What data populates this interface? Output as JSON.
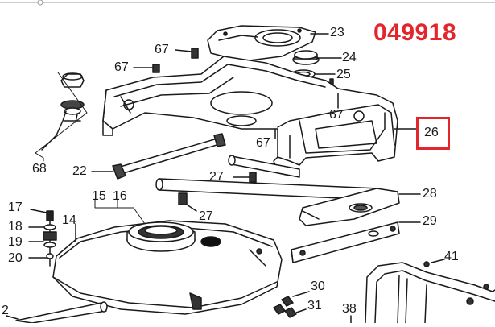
{
  "diagram": {
    "part_code": "049918",
    "highlight_color": "#e3262b",
    "line_color": "#1a1a1a",
    "callouts": {
      "c2": "2",
      "c14": "14",
      "c15": "15",
      "c16": "16",
      "c17": "17",
      "c18": "18",
      "c19": "19",
      "c20": "20",
      "c22": "22",
      "c23": "23",
      "c24": "24",
      "c25": "25",
      "c26": "26",
      "c27a": "27",
      "c27b": "27",
      "c28": "28",
      "c29": "29",
      "c30": "30",
      "c31": "31",
      "c38": "38",
      "c41": "41",
      "c67a": "67",
      "c67b": "67",
      "c67c": "67",
      "c67d": "67",
      "c68": "68"
    }
  }
}
